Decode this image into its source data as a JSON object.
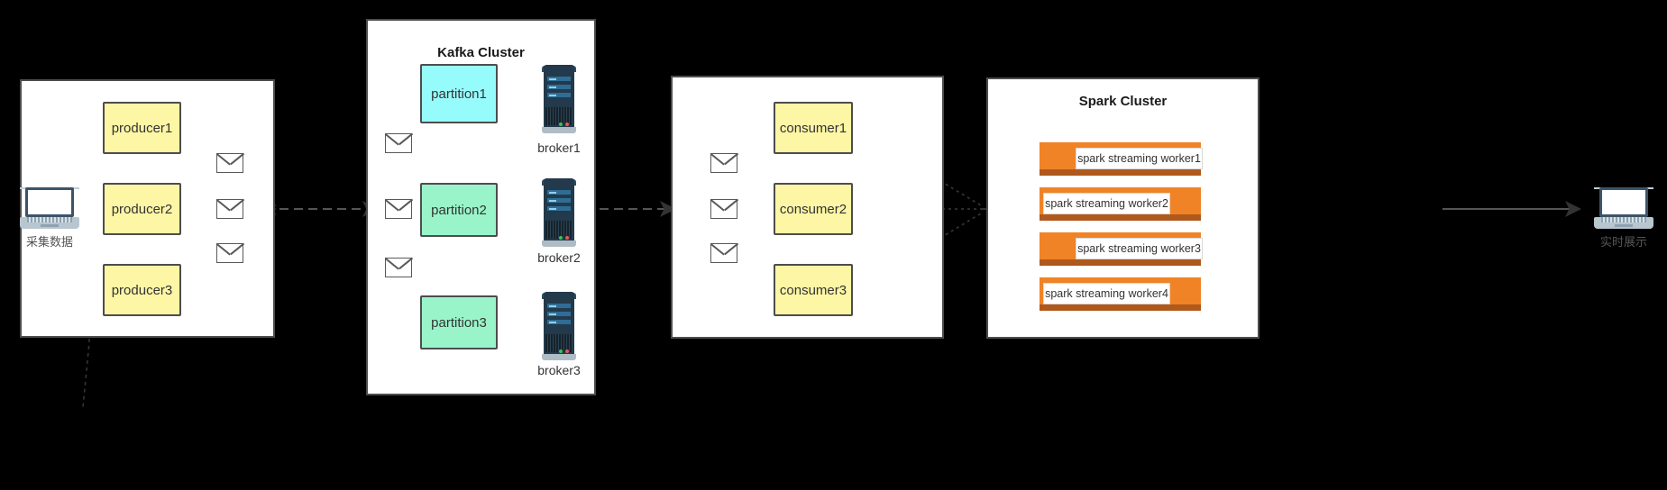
{
  "diagram": {
    "title": "Kafka to Spark Streaming real-time pipeline architecture",
    "colors": {
      "background": "#000000",
      "panel": "#ffffff",
      "panel_border": "#4d4d4d",
      "producer_fill": "#fcf6a5",
      "consumer_fill": "#fcf6a5",
      "partition1_fill": "#96fbfb",
      "partition2_fill": "#99f5c9",
      "partition3_fill": "#99f5c9",
      "spark_worker_fill": "#f08326",
      "spark_worker_base": "#b0591c",
      "arrow": "#333333",
      "broker_case": "#223a4b"
    }
  },
  "source": {
    "icon": "laptop-icon",
    "label": "采集数据"
  },
  "producers": {
    "items": [
      {
        "label": "producer1"
      },
      {
        "label": "producer2"
      },
      {
        "label": "producer3"
      }
    ]
  },
  "kafka": {
    "title": "Kafka Cluster",
    "partitions": [
      {
        "label": "partition1"
      },
      {
        "label": "partition2"
      },
      {
        "label": "partition3"
      }
    ],
    "brokers": [
      {
        "label": "broker1",
        "icon": "server-icon"
      },
      {
        "label": "broker2",
        "icon": "server-icon"
      },
      {
        "label": "broker3",
        "icon": "server-icon"
      }
    ]
  },
  "consumers": {
    "items": [
      {
        "label": "consumer1"
      },
      {
        "label": "consumer2"
      },
      {
        "label": "consumer3"
      }
    ]
  },
  "spark": {
    "title": "Spark Cluster",
    "workers": [
      {
        "label": "spark streaming worker1"
      },
      {
        "label": "spark streaming worker2"
      },
      {
        "label": "spark streaming worker3"
      },
      {
        "label": "spark streaming worker4"
      }
    ]
  },
  "sink": {
    "icon": "laptop-icon",
    "label": "实时展示"
  },
  "messages": {
    "icon": "envelope-icon",
    "count": 9
  }
}
